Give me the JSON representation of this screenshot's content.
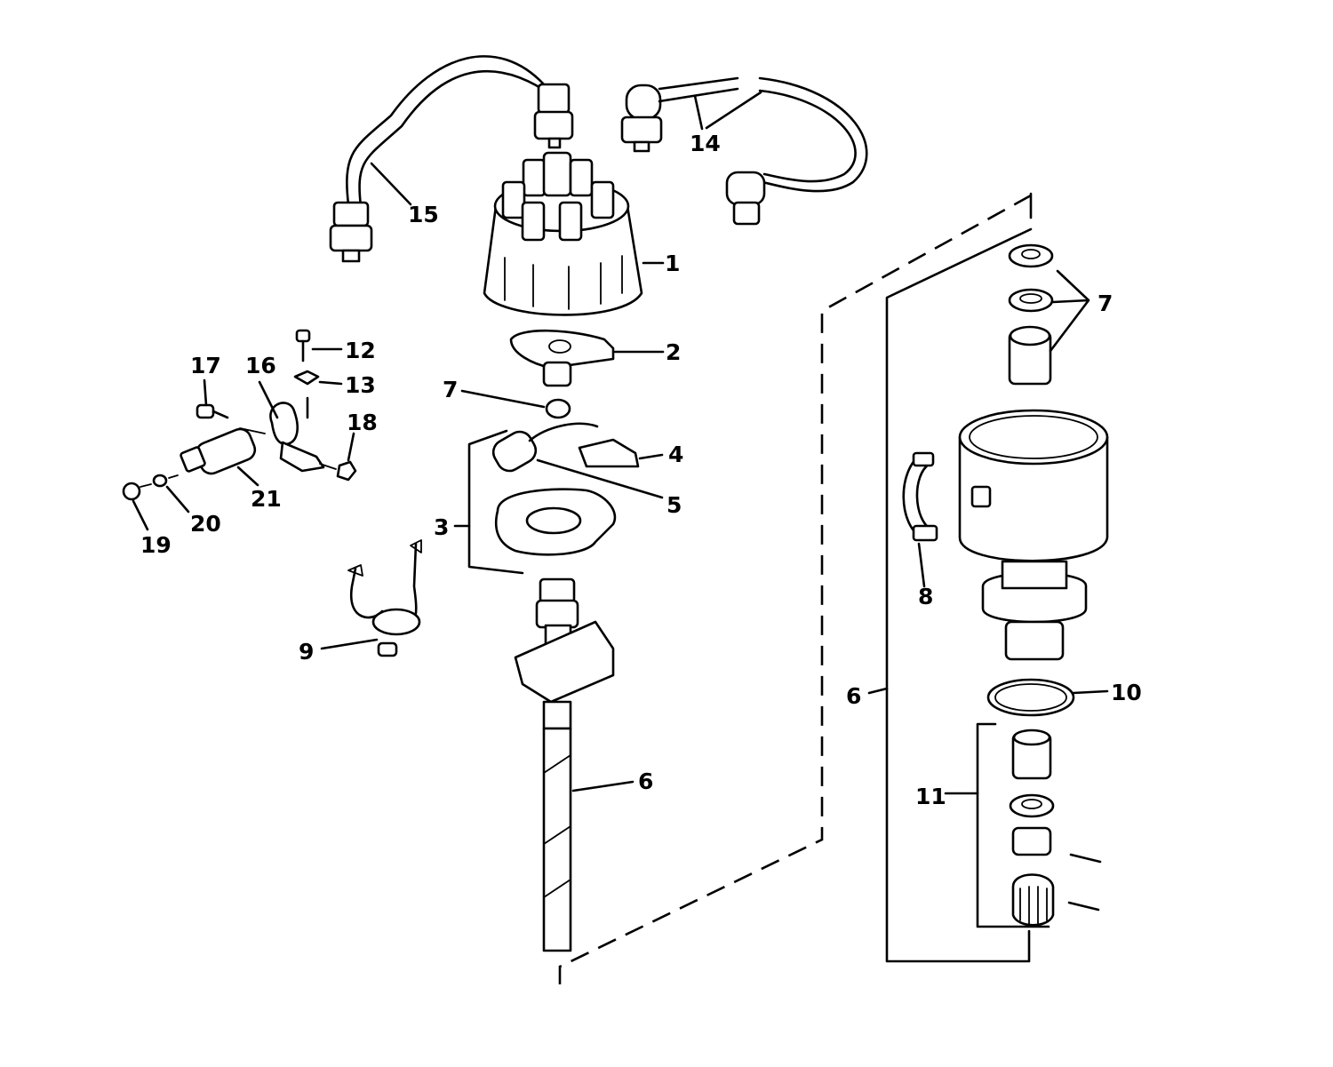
{
  "callouts": {
    "c1": "1",
    "c2": "2",
    "c3": "3",
    "c4": "4",
    "c5": "5",
    "c6a": "6",
    "c6b": "6",
    "c7a": "7",
    "c7b": "7",
    "c8": "8",
    "c9": "9",
    "c10": "10",
    "c11": "11",
    "c12": "12",
    "c13": "13",
    "c14": "14",
    "c15": "15",
    "c16": "16",
    "c17": "17",
    "c18": "18",
    "c19": "19",
    "c20": "20",
    "c21": "21"
  },
  "colors": {
    "ink": "#000000",
    "paper": "#ffffff"
  }
}
